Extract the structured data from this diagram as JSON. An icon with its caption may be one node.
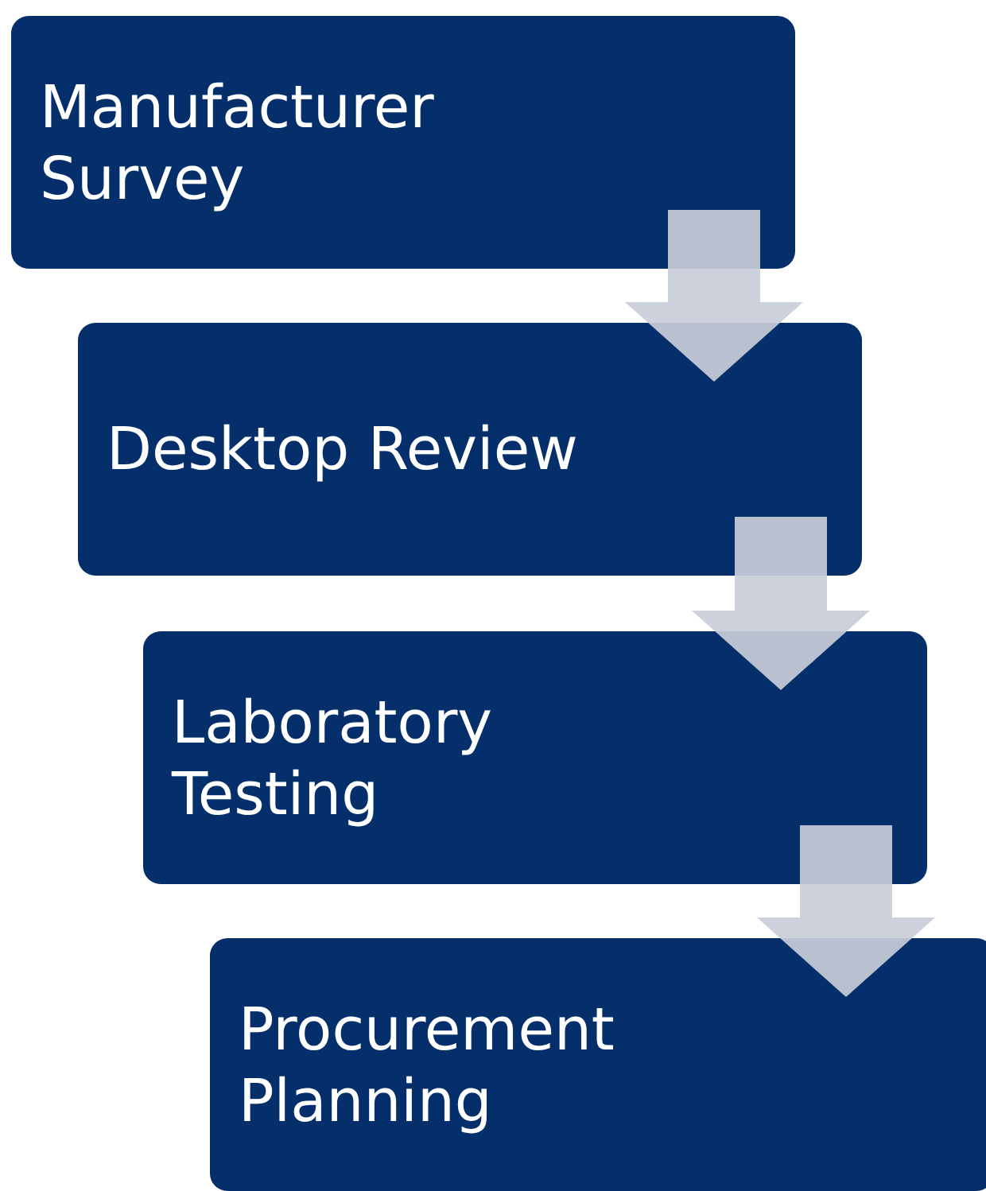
{
  "diagram": {
    "nodes": [
      {
        "text": [
          "Manufacturer Survey"
        ]
      },
      {
        "text": [
          "Desktop Review"
        ]
      },
      {
        "text": [
          "Laboratory Testing"
        ]
      },
      {
        "text": [
          "Procurement Planning"
        ]
      }
    ],
    "edges": [
      {
        "from": 0,
        "to": 1,
        "arrow": "to"
      },
      {
        "from": 1,
        "to": 2,
        "arrow": "to"
      },
      {
        "from": 2,
        "to": 3,
        "arrow": "to"
      }
    ]
  }
}
